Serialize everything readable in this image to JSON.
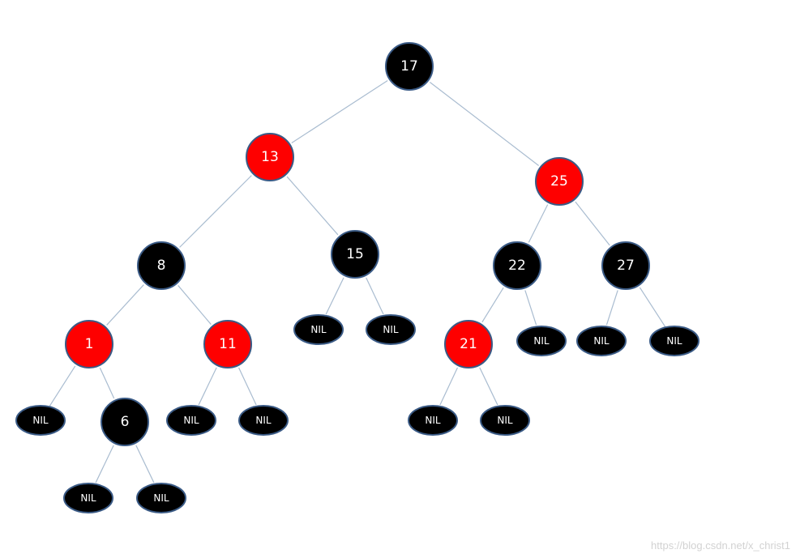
{
  "colors": {
    "black": "#000000",
    "red": "#fe0000",
    "edge": "#a9bcd0",
    "outline": "#3a5a85"
  },
  "nodes": [
    {
      "id": "n17",
      "label": "17",
      "color": "black",
      "kind": "node"
    },
    {
      "id": "n13",
      "label": "13",
      "color": "red",
      "kind": "node"
    },
    {
      "id": "n25",
      "label": "25",
      "color": "red",
      "kind": "node"
    },
    {
      "id": "n8",
      "label": "8",
      "color": "black",
      "kind": "node"
    },
    {
      "id": "n15",
      "label": "15",
      "color": "black",
      "kind": "node"
    },
    {
      "id": "n22",
      "label": "22",
      "color": "black",
      "kind": "node"
    },
    {
      "id": "n27",
      "label": "27",
      "color": "black",
      "kind": "node"
    },
    {
      "id": "n1",
      "label": "1",
      "color": "red",
      "kind": "node"
    },
    {
      "id": "n11",
      "label": "11",
      "color": "red",
      "kind": "node"
    },
    {
      "id": "n21",
      "label": "21",
      "color": "red",
      "kind": "node"
    },
    {
      "id": "n6",
      "label": "6",
      "color": "black",
      "kind": "node"
    },
    {
      "id": "nil15a",
      "label": "NIL",
      "color": "black",
      "kind": "nil"
    },
    {
      "id": "nil15b",
      "label": "NIL",
      "color": "black",
      "kind": "nil"
    },
    {
      "id": "nil22",
      "label": "NIL",
      "color": "black",
      "kind": "nil"
    },
    {
      "id": "nil27a",
      "label": "NIL",
      "color": "black",
      "kind": "nil"
    },
    {
      "id": "nil27b",
      "label": "NIL",
      "color": "black",
      "kind": "nil"
    },
    {
      "id": "nil1",
      "label": "NIL",
      "color": "black",
      "kind": "nil"
    },
    {
      "id": "nil11a",
      "label": "NIL",
      "color": "black",
      "kind": "nil"
    },
    {
      "id": "nil11b",
      "label": "NIL",
      "color": "black",
      "kind": "nil"
    },
    {
      "id": "nil21a",
      "label": "NIL",
      "color": "black",
      "kind": "nil"
    },
    {
      "id": "nil21b",
      "label": "NIL",
      "color": "black",
      "kind": "nil"
    },
    {
      "id": "nil6a",
      "label": "NIL",
      "color": "black",
      "kind": "nil"
    },
    {
      "id": "nil6b",
      "label": "NIL",
      "color": "black",
      "kind": "nil"
    }
  ],
  "edges": [
    [
      "n17",
      "n13"
    ],
    [
      "n17",
      "n25"
    ],
    [
      "n13",
      "n8"
    ],
    [
      "n13",
      "n15"
    ],
    [
      "n25",
      "n22"
    ],
    [
      "n25",
      "n27"
    ],
    [
      "n8",
      "n1"
    ],
    [
      "n8",
      "n11"
    ],
    [
      "n15",
      "nil15a"
    ],
    [
      "n15",
      "nil15b"
    ],
    [
      "n22",
      "n21"
    ],
    [
      "n22",
      "nil22"
    ],
    [
      "n27",
      "nil27a"
    ],
    [
      "n27",
      "nil27b"
    ],
    [
      "n1",
      "nil1"
    ],
    [
      "n1",
      "n6"
    ],
    [
      "n11",
      "nil11a"
    ],
    [
      "n11",
      "nil11b"
    ],
    [
      "n21",
      "nil21a"
    ],
    [
      "n21",
      "nil21b"
    ],
    [
      "n6",
      "nil6a"
    ],
    [
      "n6",
      "nil6b"
    ]
  ],
  "watermark": "https://blog.csdn.net/x_christ1"
}
